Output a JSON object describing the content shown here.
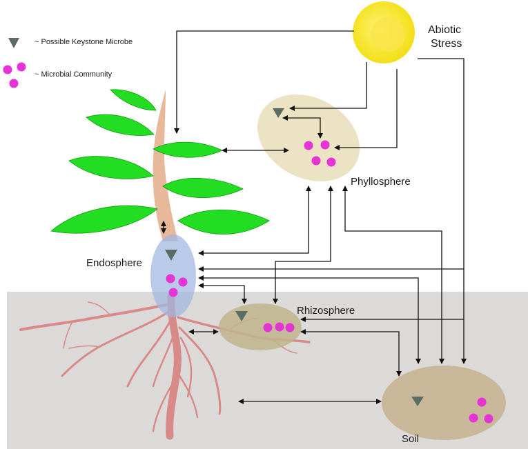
{
  "legend": {
    "keystone": "~ Possible Keystone Microbe",
    "community": "~ Microbial Community"
  },
  "labels": {
    "abiotic_line1": "Abiotic",
    "abiotic_line2": "Stress",
    "phyllosphere": "Phyllosphere",
    "endosphere": "Endosphere",
    "rhizosphere": "Rhizosphere",
    "soil": "Soil"
  },
  "colors": {
    "ground": "#dcdad8",
    "sun": "#f4e61c",
    "sun_inner": "#fbe85a",
    "phyllosphere": "#ece3c4",
    "endosphere": "#9fb7e0",
    "rhizosphere": "#c1b48d",
    "soil_zone": "#c8b899",
    "leaf": "#22dd22",
    "leaf_edge": "#0f9a0f",
    "stem": "#e8b89a",
    "root": "#d88a88",
    "keystone": "#5a6c64",
    "microbe": "#e633d6",
    "arrow": "#111111"
  }
}
